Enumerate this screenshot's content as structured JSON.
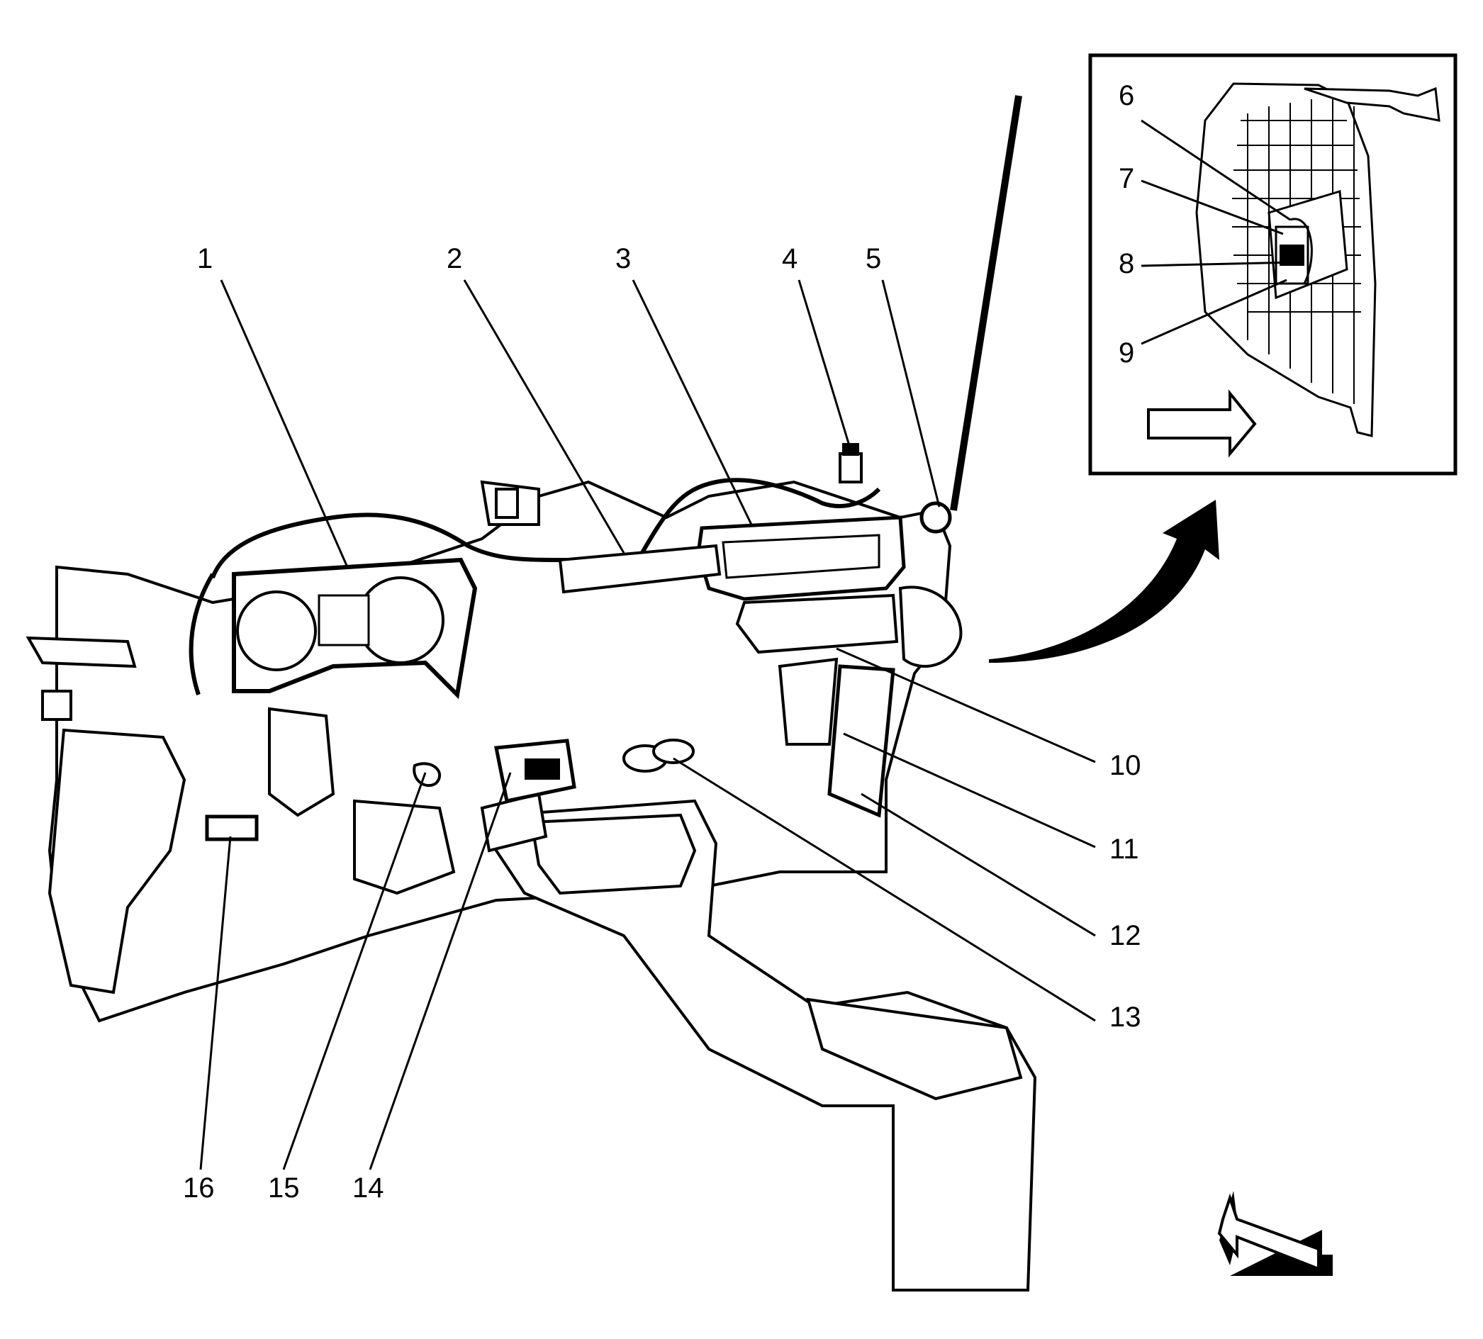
{
  "callouts": [
    {
      "id": "1",
      "label": "1"
    },
    {
      "id": "2",
      "label": "2"
    },
    {
      "id": "3",
      "label": "3"
    },
    {
      "id": "4",
      "label": "4"
    },
    {
      "id": "5",
      "label": "5"
    },
    {
      "id": "6",
      "label": "6"
    },
    {
      "id": "7",
      "label": "7"
    },
    {
      "id": "8",
      "label": "8"
    },
    {
      "id": "9",
      "label": "9"
    },
    {
      "id": "10",
      "label": "10"
    },
    {
      "id": "11",
      "label": "11"
    },
    {
      "id": "12",
      "label": "12"
    },
    {
      "id": "13",
      "label": "13"
    },
    {
      "id": "14",
      "label": "14"
    },
    {
      "id": "15",
      "label": "15"
    },
    {
      "id": "16",
      "label": "16"
    }
  ],
  "colors": {
    "line": "#000000",
    "fill": "#ffffff",
    "arrow": "#000000"
  }
}
